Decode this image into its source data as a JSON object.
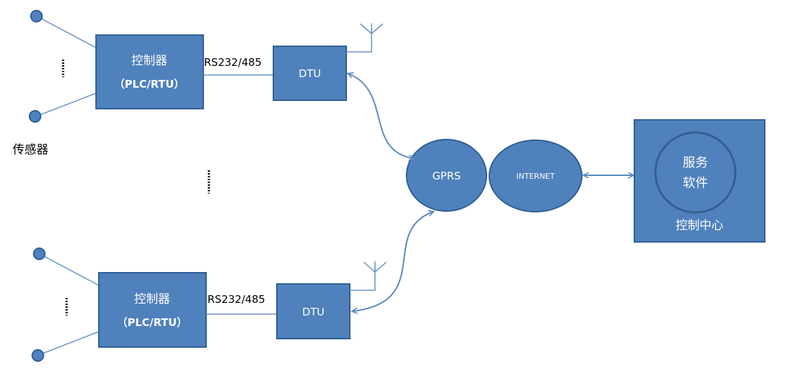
{
  "top_group": {
    "controller_name": "控制器",
    "controller_model": "（PLC/RTU）",
    "link_label": "RS232/485",
    "dtu_label": "DTU"
  },
  "bottom_group": {
    "controller_name": "控制器",
    "controller_model": "（PLC/RTU）",
    "link_label": "RS232/485",
    "dtu_label": "DTU"
  },
  "sensor_label": "传感器",
  "network": {
    "gprs_label": "GPRS",
    "internet_label": "INTERNET"
  },
  "control_center": {
    "service_line1": "服务",
    "service_line2": "软件",
    "label": "控制中心"
  },
  "colors": {
    "box_fill": "#4f81bd",
    "box_stroke": "#2f5f93",
    "arrow": "#5b89c0"
  }
}
